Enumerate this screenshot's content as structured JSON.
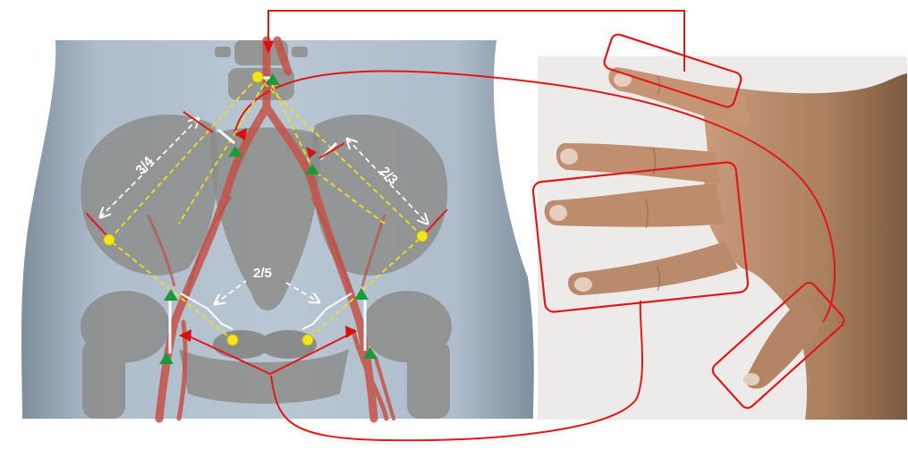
{
  "annotations": {
    "ratio_left": "3/4",
    "ratio_right": "2/3",
    "ratio_bottom": "2/5"
  },
  "colors": {
    "background": "#ffffff",
    "torso": "#a9b7c4",
    "bone": "#8c8c88",
    "vessel": "#c05048",
    "guide_line": "#e01818",
    "dashed_yellow": "#f0e020",
    "dashed_white": "#ffffff",
    "landmark_yellow": "#f4e61c",
    "landmark_green": "#1a9a3a",
    "arrow_red": "#d81010",
    "photo_background": "#ededeb",
    "skin": "#b58a6c"
  },
  "icons": [
    "yellow-landmark-dot",
    "green-triangle-marker",
    "red-arrow-marker",
    "hand-photo"
  ]
}
